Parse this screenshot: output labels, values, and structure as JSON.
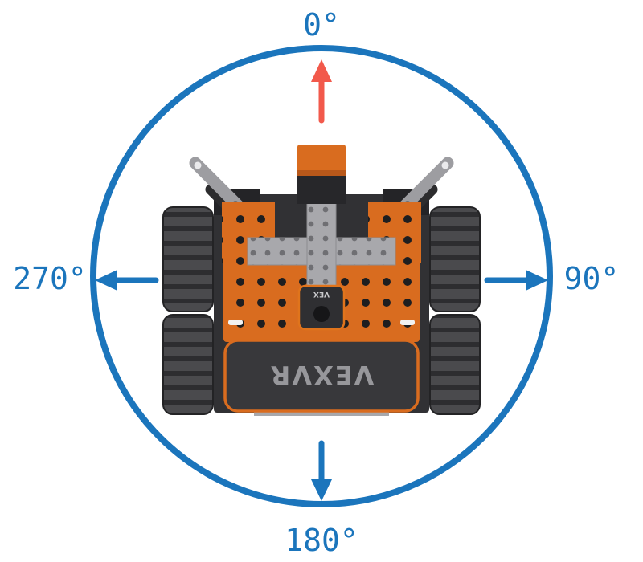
{
  "diagram": {
    "type": "robot-heading-compass",
    "labels": {
      "top": "0°",
      "right": "90°",
      "bottom": "180°",
      "left": "270°"
    },
    "arrows": [
      {
        "direction": "north",
        "color": "#f2594b"
      },
      {
        "direction": "east",
        "color": "#1b75bc"
      },
      {
        "direction": "south",
        "color": "#1b75bc"
      },
      {
        "direction": "west",
        "color": "#1b75bc"
      }
    ]
  },
  "colors": {
    "blue": "#1b75bc",
    "red": "#f2594b",
    "orange": "#e0731c"
  },
  "robot": {
    "bumper_label": "VEXVR",
    "brain_label": "VEX"
  }
}
